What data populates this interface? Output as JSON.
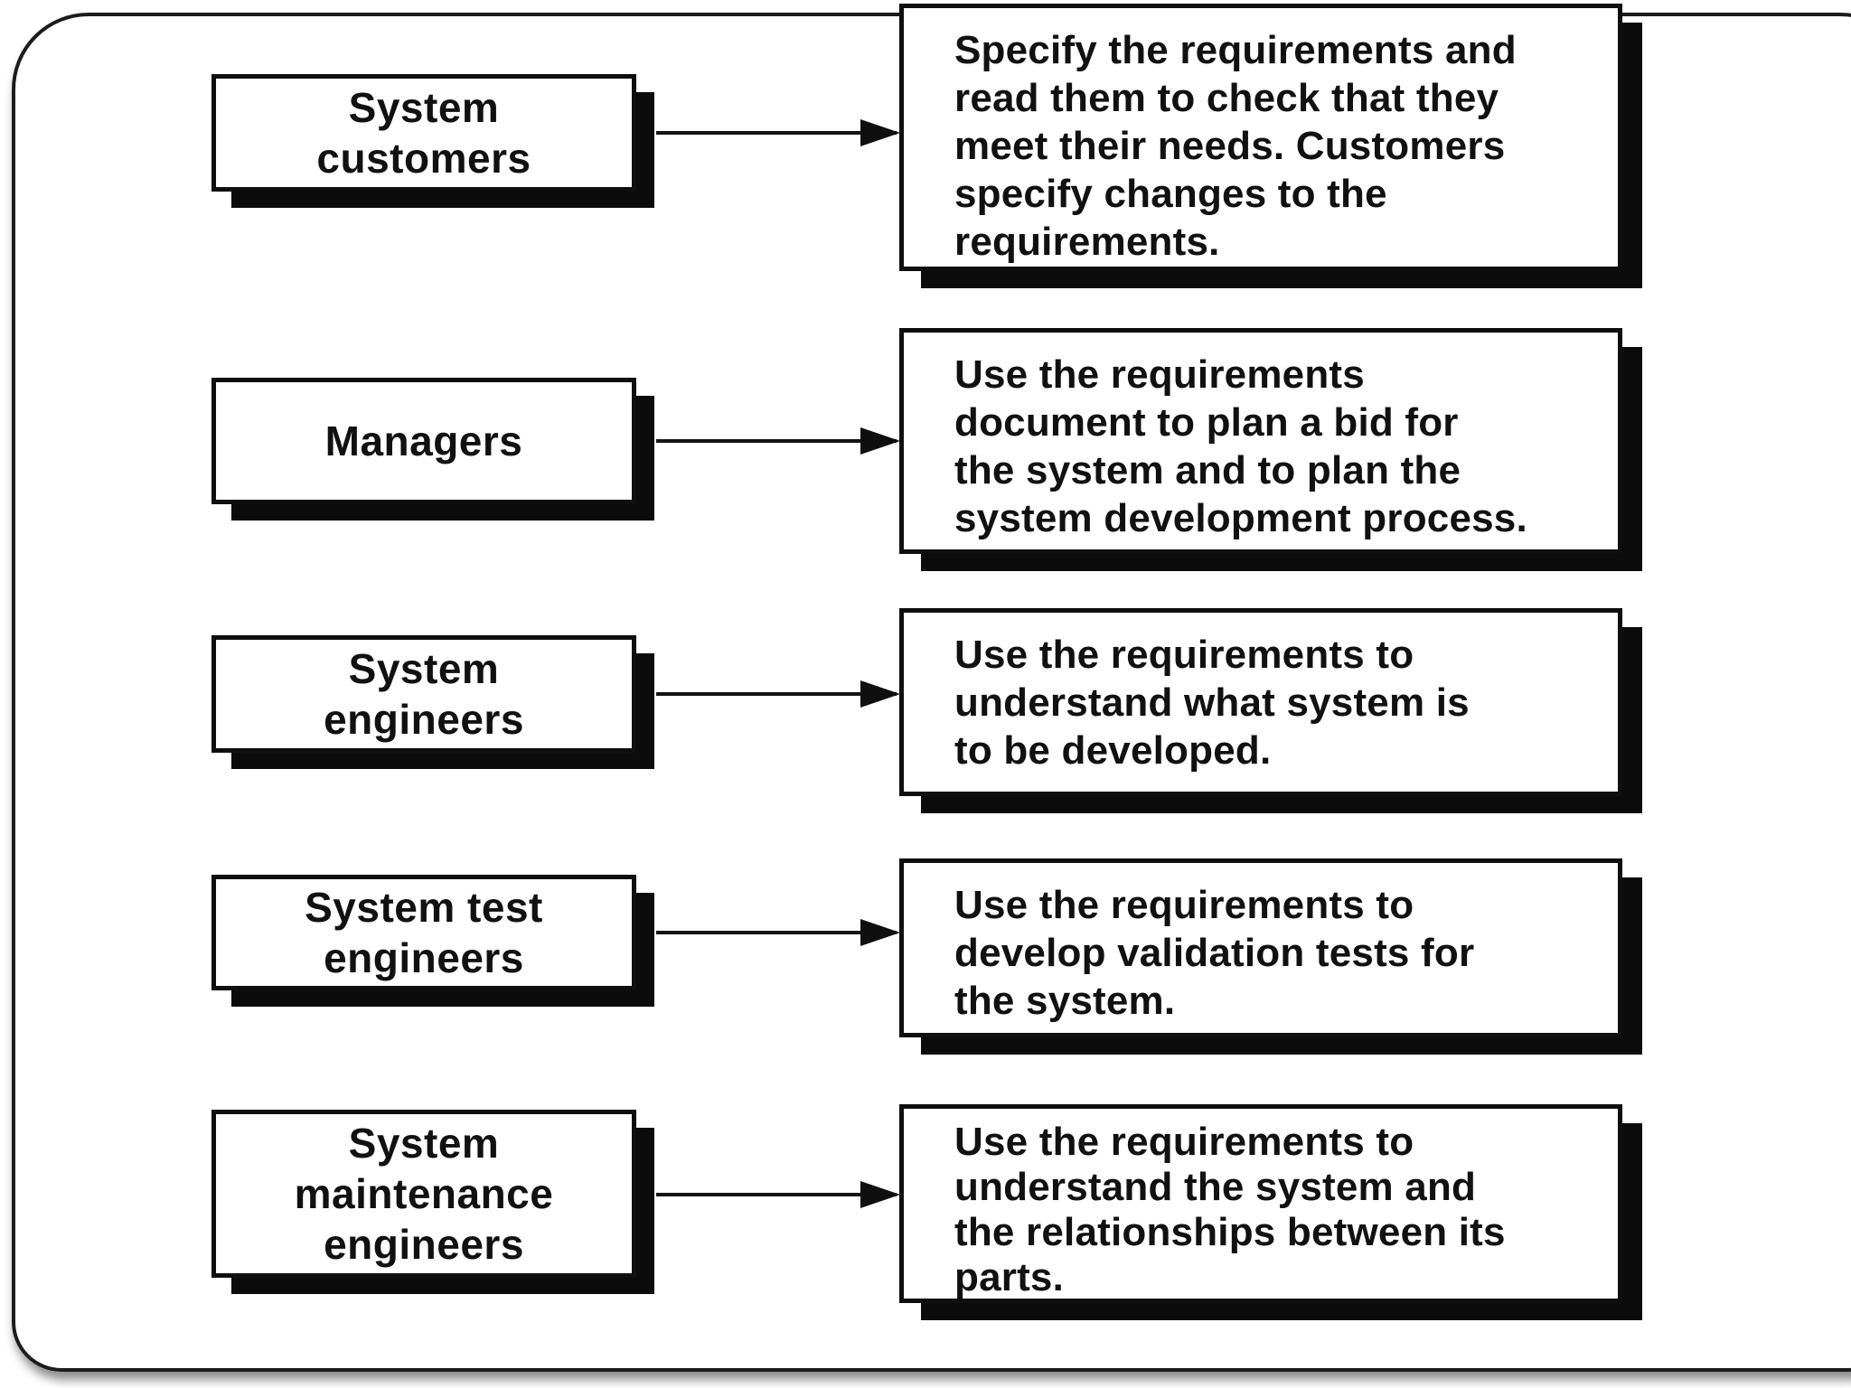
{
  "colors": {
    "ink": "#111111",
    "paper": "#ffffff",
    "box_shadow": "#0b0b0b"
  },
  "rows": [
    {
      "actor": "System\ncustomers",
      "description": "Specify the requirements and\nread them to check that they\nmeet their needs. Customers\nspecify changes to the\nrequirements."
    },
    {
      "actor": "Managers",
      "description": "Use the requirements\ndocument to plan a bid for\nthe system and to plan the\nsystem development process."
    },
    {
      "actor": "System\nengineers",
      "description": "Use the requirements to\nunderstand what system is\nto be developed."
    },
    {
      "actor": "System test\nengineers",
      "description": "Use the requirements to\ndevelop validation tests for\nthe system."
    },
    {
      "actor": "System\nmaintenance\nengineers",
      "description": "Use the requirements to\nunderstand the system and\nthe relationships between its\nparts."
    }
  ]
}
